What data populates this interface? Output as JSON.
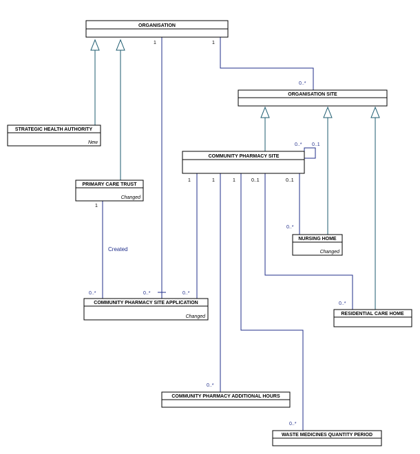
{
  "classes": {
    "organisation": {
      "name": "ORGANISATION",
      "stereotype": ""
    },
    "organisation_site": {
      "name": "ORGANISATION SITE",
      "stereotype": ""
    },
    "strategic_health_authority": {
      "name": "STRATEGIC HEALTH AUTHORITY",
      "stereotype": "New"
    },
    "community_pharmacy_site": {
      "name": "COMMUNITY PHARMACY SITE",
      "stereotype": ""
    },
    "primary_care_trust": {
      "name": "PRIMARY CARE TRUST",
      "stereotype": "Changed"
    },
    "nursing_home": {
      "name": "NURSING HOME",
      "stereotype": "Changed"
    },
    "cps_application": {
      "name": "COMMUNITY PHARMACY SITE APPLICATION",
      "stereotype": "Changed"
    },
    "residential_care_home": {
      "name": "RESIDENTIAL CARE HOME",
      "stereotype": ""
    },
    "cp_additional_hours": {
      "name": "COMMUNITY PHARMACY ADDITIONAL HOURS",
      "stereotype": ""
    },
    "waste_medicines": {
      "name": "WASTE MEDICINES QUANTITY PERIOD",
      "stereotype": ""
    }
  },
  "multiplicities": {
    "org_to_app_src": "1",
    "org_to_site_src": "1",
    "org_to_site_dst": "0..*",
    "cps_self_a": "0..*",
    "cps_self_b": "0..1",
    "cps_to_app_src": "1",
    "cps_to_hours_src": "1",
    "cps_to_waste_src": "1",
    "cps_to_rch_src": "0..1",
    "cps_to_nh_src": "0..1",
    "nh_dst": "0..*",
    "pct_src": "1",
    "pct_dst": "0..*",
    "org_app_dst": "0..*",
    "cps_app_dst": "0..*",
    "rch_dst": "0..*",
    "hours_dst": "0..*",
    "waste_dst": "0..*"
  },
  "associations": {
    "pct_application_label": "Created"
  }
}
